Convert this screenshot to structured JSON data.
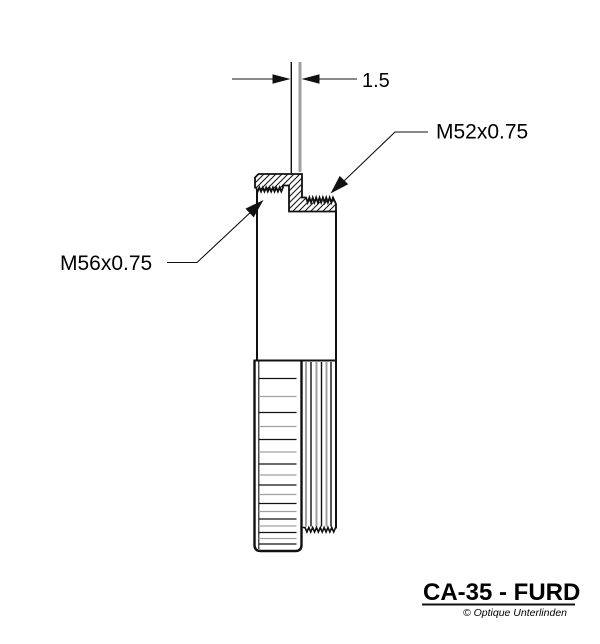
{
  "drawing": {
    "dimension_label": "1.5",
    "thread_label_right": "M52x0.75",
    "thread_label_left": "M56x0.75"
  },
  "footer": {
    "part_number": "CA-35 - FURD",
    "copyright": "© Optique Unterlinden"
  },
  "colors": {
    "line": "#111111",
    "secondary": "#a0a0a0",
    "text": "#000000",
    "background": "#ffffff"
  }
}
